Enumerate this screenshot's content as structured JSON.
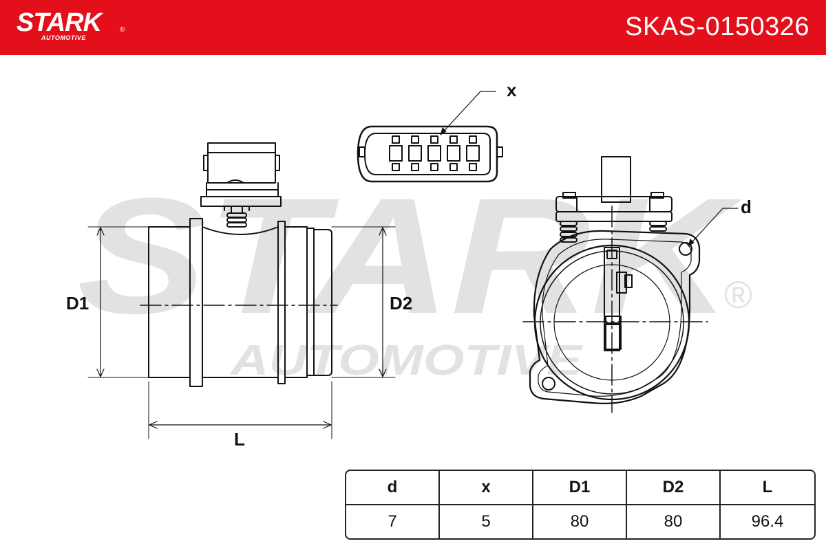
{
  "header": {
    "brand": "STARK",
    "brand_sub": "AUTOMOTIVE",
    "registered": "®",
    "part_number": "SKAS-0150326",
    "background_color": "#e3101b"
  },
  "watermark": {
    "line1": "STARK",
    "line2": "AUTOMOTIVE",
    "registered": "®",
    "color": "#e2e2e2"
  },
  "labels": {
    "d1": "D1",
    "d2": "D2",
    "l": "L",
    "x": "x",
    "d": "d"
  },
  "spec_table": {
    "headers": [
      "d",
      "x",
      "D1",
      "D2",
      "L"
    ],
    "values": [
      "7",
      "5",
      "80",
      "80",
      "96.4"
    ]
  }
}
